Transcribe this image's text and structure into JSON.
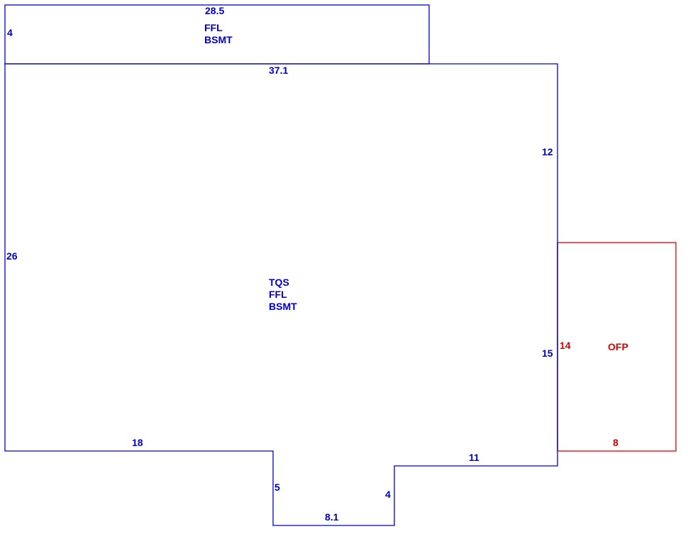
{
  "colors": {
    "main": "#0000cc",
    "porch": "#dd0000"
  },
  "top_area": {
    "dim_top": "28.5",
    "dim_left": "4",
    "label_line1": "FFL",
    "label_line2": "BSMT"
  },
  "main_area": {
    "dim_top": "37.1",
    "dim_right_upper": "12",
    "dim_left": "26",
    "dim_right_lower": "15",
    "dim_bottom_left": "18",
    "dim_bump_left": "5",
    "dim_bump_bottom": "8.1",
    "dim_bump_right": "4",
    "dim_bottom_right": "11",
    "label_line1": "TQS",
    "label_line2": "FFL",
    "label_line3": "BSMT"
  },
  "porch": {
    "dim_left": "14",
    "dim_bottom": "8",
    "label": "OFP"
  }
}
